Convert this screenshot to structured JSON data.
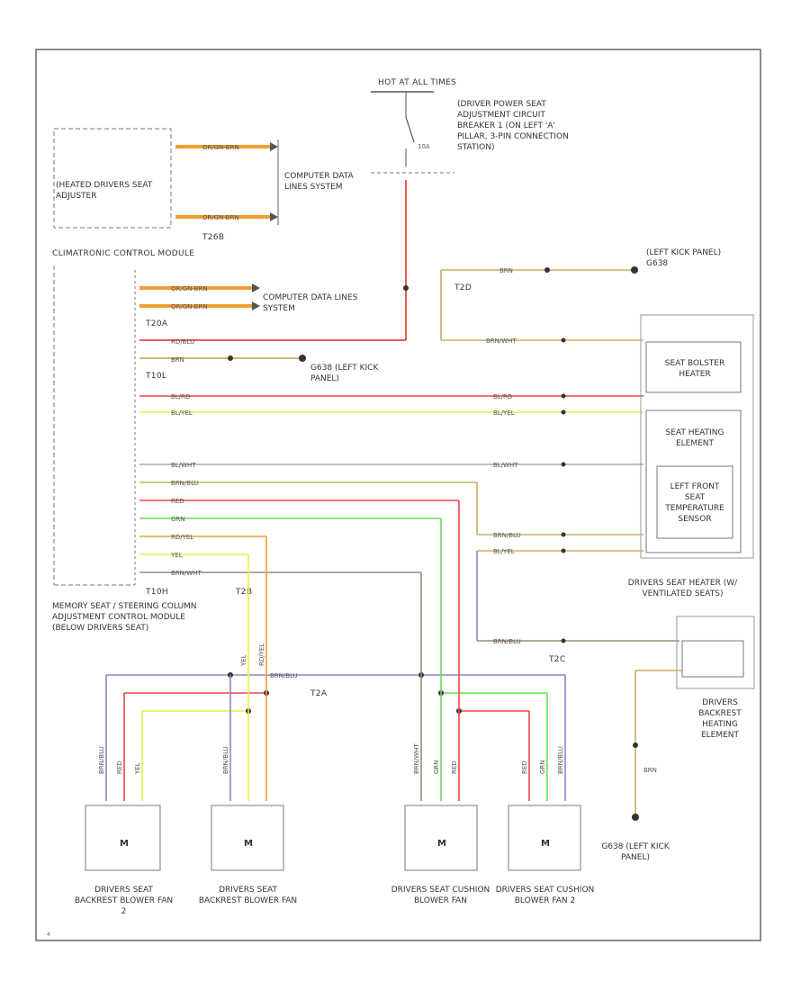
{
  "labels": {
    "hot_at_all_times": "HOT AT ALL TIMES",
    "driver_power_seat_cb": "(DRIVER POWER SEAT ADJUSTMENT CIRCUIT BREAKER 1 (ON LEFT 'A' PILLAR, 3-PIN CONNECTION STATION)",
    "fuse_rating": "10A",
    "heated_drivers_seat_adjuster": "(HEATED DRIVERS SEAT ADJUSTER",
    "computer_data_lines_1": "COMPUTER DATA LINES SYSTEM",
    "computer_data_lines_2": "COMPUTER DATA LINES SYSTEM",
    "t26b": "T26B",
    "climatronic_control_module": "CLIMATRONIC CONTROL MODULE",
    "t20a": "T20A",
    "t10l": "T10L",
    "t10h": "T10H",
    "t2_1": "T2D",
    "t2_2": "T2C",
    "t2_3": "T2B",
    "t2_4": "T2A",
    "ground_left_kick_top": "(LEFT KICK PANEL) G638",
    "ground_left_kick_mid": "G638 (LEFT KICK PANEL)",
    "ground_left_kick_bottom": "G638 (LEFT KICK PANEL)",
    "seat_bolster_heater": "SEAT BOLSTER HEATER",
    "seat_heating_element": "SEAT HEATING ELEMENT",
    "left_front_temp_sensor": "LEFT FRONT SEAT TEMPERATURE SENSOR",
    "drivers_seat_heater": "DRIVERS SEAT HEATER (W/ VENTILATED SEATS)",
    "memory_seat_module": "MEMORY SEAT / STEERING COLUMN ADJUSTMENT CONTROL MODULE (BELOW DRIVERS SEAT)",
    "drivers_backrest_heating": "DRIVERS BACKREST HEATING ELEMENT",
    "fan1": "DRIVERS SEAT BACKREST BLOWER FAN 2",
    "fan2": "DRIVERS SEAT BACKREST BLOWER FAN",
    "fan3": "DRIVERS SEAT CUSHION BLOWER FAN",
    "fan4": "DRIVERS SEAT CUSHION BLOWER FAN 2",
    "motor": "M",
    "footer": "4"
  },
  "wires": {
    "orgn_brn": "OR/GN-BRN",
    "rd_blu": "RD/BLU",
    "brn": "BRN",
    "blk_rd": "BL/RD",
    "blk_yel": "BL/YEL",
    "blk_wht": "BL/WHT",
    "brn_blu": "BRN/BLU",
    "brn_blu_1": "BRN/BLU",
    "brn_blu_2": "BRN/BLU",
    "rd": "RED",
    "grn": "GRN",
    "rd_yel": "RD/YEL",
    "yel": "YEL",
    "brn_wht": "BRN/WHT",
    "wht_yel": "BL/YEL"
  },
  "colors": {
    "orange": "#f0a030",
    "red": "#ee4444",
    "yellow": "#eeee44",
    "brown": "#a08870",
    "green": "#66dd55",
    "blue": "#8888cc",
    "tan": "#c8b060"
  }
}
